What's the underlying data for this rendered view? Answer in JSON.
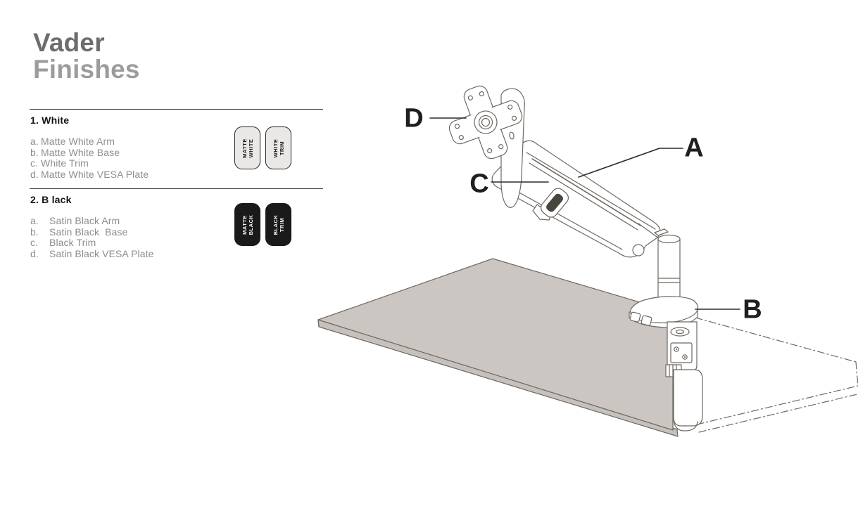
{
  "header": {
    "title_line1": "Vader",
    "title_line2": "Finishes"
  },
  "sections": [
    {
      "heading": "1. White",
      "items": [
        {
          "letter": "a.",
          "label": "Matte White Arm"
        },
        {
          "letter": "b.",
          "label": "Matte White Base"
        },
        {
          "letter": "c.",
          "label": "White Trim"
        },
        {
          "letter": "d.",
          "label": "Matte White VESA Plate"
        }
      ],
      "swatches": [
        {
          "line1": "MATTE",
          "line2": "WHITE",
          "fill": "#e9e8e6",
          "text_color": "#1d1d1d"
        },
        {
          "line1": "WHITE",
          "line2": "TRIM",
          "fill": "#e9e8e6",
          "text_color": "#1d1d1d"
        }
      ]
    },
    {
      "heading": "2. B lack",
      "items": [
        {
          "letter": "a.",
          "label": "Satin Black Arm"
        },
        {
          "letter": "b.",
          "label": "Satin Black  Base"
        },
        {
          "letter": "c.",
          "label": "Black Trim"
        },
        {
          "letter": "d.",
          "label": "Satin Black VESA Plate"
        }
      ],
      "swatches": [
        {
          "line1": "MATTE",
          "line2": "BLACK",
          "fill": "#1a1a1a",
          "text_color": "#f5f5f5"
        },
        {
          "line1": "BLACK",
          "line2": "TRIM",
          "fill": "#1a1a1a",
          "text_color": "#f5f5f5"
        }
      ]
    }
  ],
  "diagram": {
    "callouts": [
      {
        "text": "D",
        "points_to": "vesa-plate"
      },
      {
        "text": "A",
        "points_to": "arm"
      },
      {
        "text": "C",
        "points_to": "trim"
      },
      {
        "text": "B",
        "points_to": "base-clamp"
      }
    ],
    "colors": {
      "line": "#6e6761",
      "desk_fill": "#cbc6c1",
      "desk_edge_fill": "#c6c1bc",
      "callout_text": "#1f1f1f",
      "leader_line": "#2e2a28"
    }
  },
  "colors": {
    "title_primary": "#6d6d6d",
    "title_secondary": "#9c9c9c",
    "heading_text": "#141414",
    "list_text": "#8d8d8d",
    "rule": "#3d3d3d"
  }
}
